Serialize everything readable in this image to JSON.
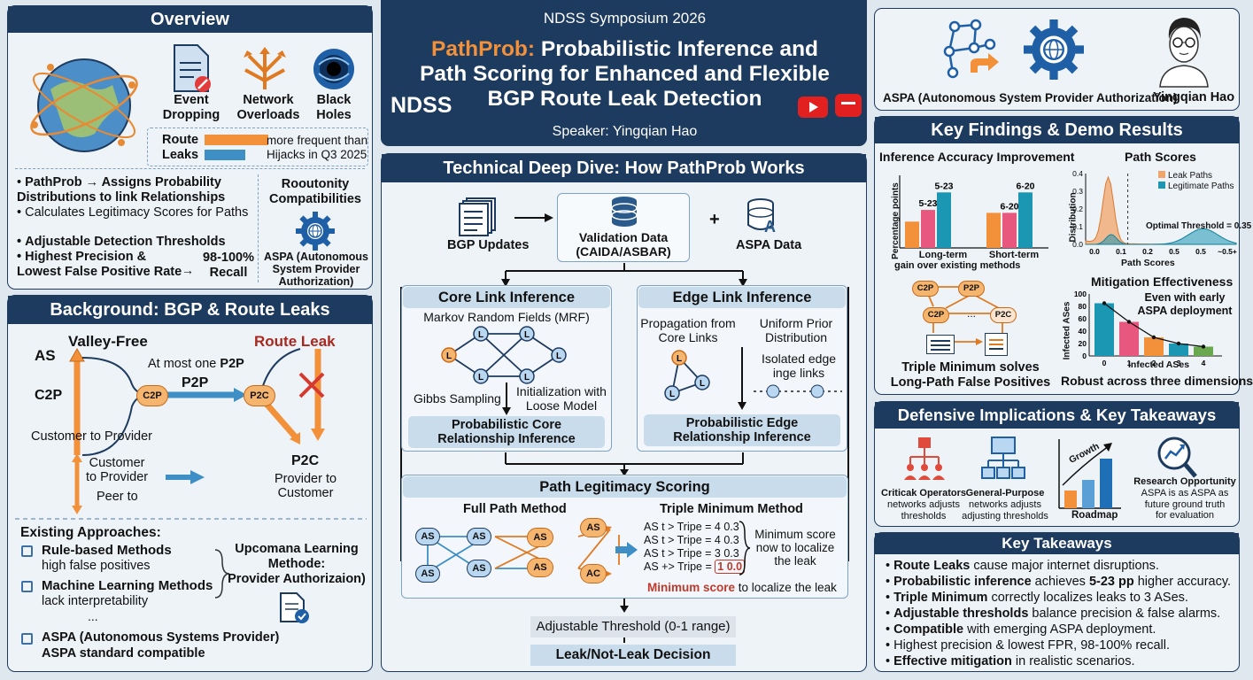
{
  "colors": {
    "navy": "#1d3a5f",
    "orange": "#f2913a",
    "blue": "#3d8fc6",
    "pink": "#e8577d",
    "teal": "#1b96b3",
    "red": "#c0392b"
  },
  "overview": {
    "title": "Overview",
    "events": [
      "Event\nDropping",
      "Network\nOverloads",
      "Black\nHoles"
    ],
    "leak_label": "Route\nLeaks",
    "leak_text": "more frequent than\nHijacks in Q3 2025",
    "b1": "PathProb → Assigns Probability\nDistributions to link Relationships",
    "b2": "Calculates Legitimacy Scores for Paths",
    "b3": "Adjustable Detection Thresholds",
    "b4": "Highest Precision &\nLowest False Positive Rate",
    "recall": "98-100%\nRecall",
    "compat": "Rooutonity\nCompatibilities",
    "aspa": "ASPA (Autonomous\nSystem Provider\nAuthorization)"
  },
  "background": {
    "title": "Background: BGP & Route Leaks",
    "valley": "Valley-Free",
    "route_leak": "Route Leak",
    "as": "AS",
    "c2p": "C2P",
    "atmost": "At most one P2P",
    "p2p": "P2P",
    "node_c2p": "C2P",
    "node_p2c": "P2C",
    "ctp": "Customer to Provider",
    "p2c": "P2C",
    "ptc": "Provider to\nCustomer",
    "cust": "Customer\nto Provider",
    "peer": "Peer to",
    "existing": "Existing Approaches:",
    "rule": "Rule-based Methods",
    "rule_sub": "high false positives",
    "ml": "Machine Learning Methods",
    "ml_sub": "lack interpretability",
    "dots": "...",
    "upcoming": "Upcomana Learning\nMethode:\nProvider Authorizaion)",
    "aspa1": "ASPA (Autonomous Systems Provider)",
    "aspa2": "ASPA standard compatible"
  },
  "header": {
    "venue": "NDSS Symposium 2026",
    "title_accent": "PathProb:",
    "title_rest": " Probabilistic Inference and\nPath Scoring for Enhanced and Flexible\nBGP Route Leak Detection",
    "logo": "NDSS",
    "speaker": "Speaker: Yingqian Hao"
  },
  "deep": {
    "title": "Technical Deep Dive: How PathProb Works",
    "bgp": "BGP Updates",
    "valid": "Validation Data\n(CAIDA/ASBAR)",
    "plus": "+",
    "aspa": "ASPA Data",
    "core": "Core Link Inference",
    "mrf": "Markov Random Fields (MRF)",
    "gibbs": "Gibbs Sampling",
    "init": "Initialization with\nLoose Model",
    "core_out": "Probabilistic Core\nRelationship Inference",
    "edge": "Edge Link Inference",
    "prop": "Propagation from\nCore Links",
    "uniform": "Uniform Prior\nDistribution",
    "isolated": "Isolated edge\ninge links",
    "edge_out": "Probabilistic Edge\nRelationship Inference",
    "scoring": "Path Legitimacy Scoring",
    "full": "Full Path Method",
    "triple": "Triple Minimum Method",
    "trip_lines": [
      "AS t > Tripe = 4 0.3",
      "AS t > Tripe = 4 0.3",
      "AS t > Tripe = 3 0.3",
      "AS +> Tripe = "
    ],
    "trip_last": "1 0.0",
    "min_note": "Minimum score\nnow to localize\nthe leak",
    "min_red": "Minimum score",
    "min_rest": " to localize the leak",
    "thresh": "Adjustable Threshold (0-1 range)",
    "decision": "Leak/Not-Leak Decision",
    "nodes": [
      "AS",
      "AS",
      "AS",
      "AS",
      "AS",
      "AS",
      "AS",
      "AC"
    ]
  },
  "aspa_box": {
    "label": "ASPA (Autonomous System Provider Authorization)",
    "name": "Yingqian Hao"
  },
  "findings": {
    "title": "Key Findings & Demo Results",
    "inf_title": "Inference Accuracy Improvement",
    "inf_ylabel": "Percentage points",
    "groups": [
      {
        "label": "Long-term\ngain over existing methods",
        "values": [
          9,
          13,
          19
        ],
        "top": "5-23",
        "mid": "5-23"
      },
      {
        "label": "Short-term",
        "values": [
          12,
          12,
          19
        ],
        "top": "6-20",
        "mid": "6-20"
      }
    ],
    "ps_title": "Path Scores",
    "ps_ylabel": "Distribution",
    "ps_xlabel": "Path Scores",
    "ps_yticks": [
      "0.4",
      "0.3",
      "0.2",
      "0.1",
      "0.0"
    ],
    "ps_xticks": [
      "0.0",
      "0.1",
      "0.2",
      "0.5",
      "0.5",
      "~0.5+"
    ],
    "legend": [
      "Leak Paths",
      "Legitimate Paths"
    ],
    "optimal": "Optimal Threshold = 0.35",
    "tm_nodes": [
      "C2P",
      "P2P",
      "C2P",
      "P2C"
    ],
    "tm_dots": "...",
    "tm_caption": "Triple Minimum solves\nLong-Path False Positives",
    "mit_title": "Mitigation Effectiveness",
    "mit_note": "Even with early\nASPA deployment",
    "mit_ylabel": "Infected ASes",
    "mit_xlabel": "Infected ASes",
    "mit_yticks": [
      "100",
      "80",
      "60",
      "40",
      "20",
      "0"
    ],
    "mit_xticks": [
      "0",
      "1",
      "2",
      "3",
      "4"
    ],
    "mit_values": [
      85,
      55,
      30,
      20,
      15
    ],
    "robust": "Robust across three dimensions"
  },
  "defensive": {
    "title": "Defensive Implications & Key Takeaways",
    "i1_t": "Criticak Operators",
    "i1_s": "networks adjusts\nthresholds",
    "i2_t": "General-Purpose",
    "i2_s": "networks adjusts\nadjusting thresholds",
    "growth": "Growth",
    "roadmap": "Roadmap",
    "i4_t": "Research Opportunity",
    "i4_s": "ASPA is as ASPA as\nfuture ground truth\nfor evaluation"
  },
  "takeaways": {
    "title": "Key Takeaways",
    "items": [
      [
        "Route Leaks",
        " cause major internet disruptions."
      ],
      [
        "Probabilistic inference",
        " achieves ",
        "5-23 pp",
        " higher accuracy."
      ],
      [
        "Triple Minimum",
        " correctly localizes leaks to 3 ASes."
      ],
      [
        "Adjustable thresholds",
        " balance precision & false alarms."
      ],
      [
        "Compatible",
        " with emerging ASPA deployment."
      ],
      [
        "",
        "Highest precision & lowest FPR, 98-100% recall."
      ],
      [
        "Effective mitigation",
        " in realistic scenarios."
      ]
    ]
  }
}
